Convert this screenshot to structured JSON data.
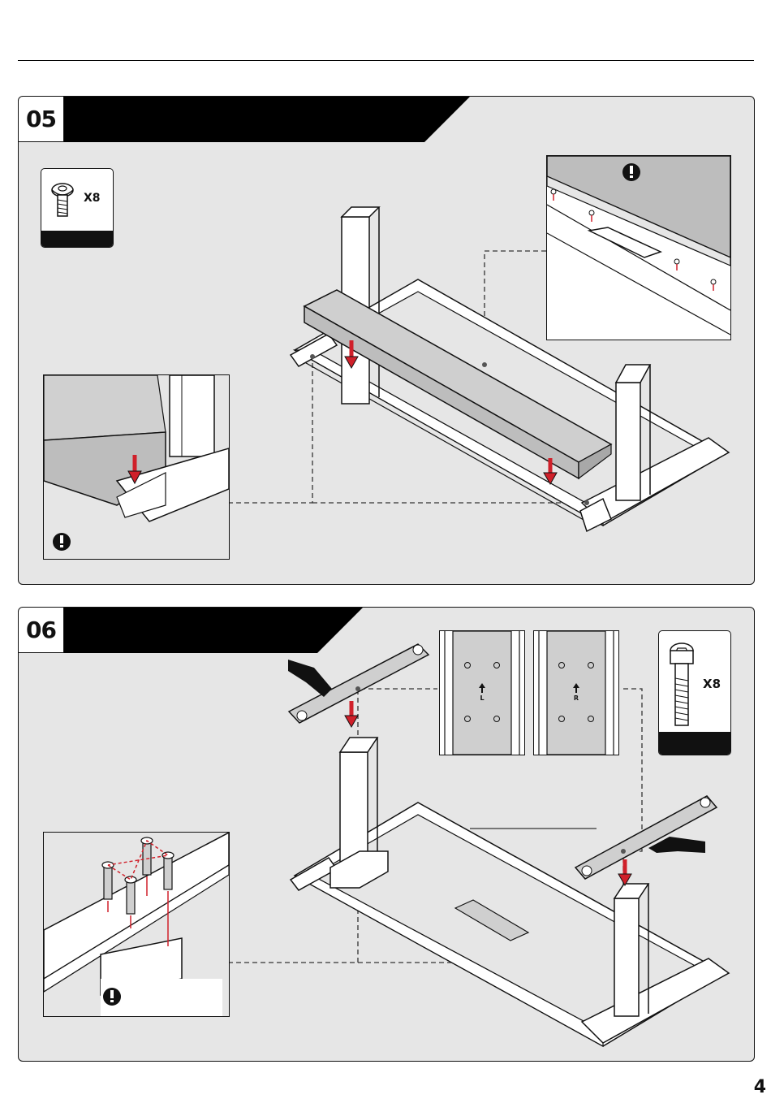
{
  "steps": [
    {
      "number": "05",
      "parts": [
        {
          "icon": "button-head-screw-icon",
          "quantity": "X8"
        }
      ]
    },
    {
      "number": "06",
      "parts": [
        {
          "icon": "socket-cap-bolt-icon",
          "quantity": "X8"
        }
      ],
      "plate_labels": [
        "L",
        "R"
      ]
    }
  ],
  "page_number": "4",
  "colors": {
    "panel": "#e6e6e6",
    "banner": "#000000",
    "arrow": "#d0202a",
    "part_gray": "#cfcfcf"
  }
}
